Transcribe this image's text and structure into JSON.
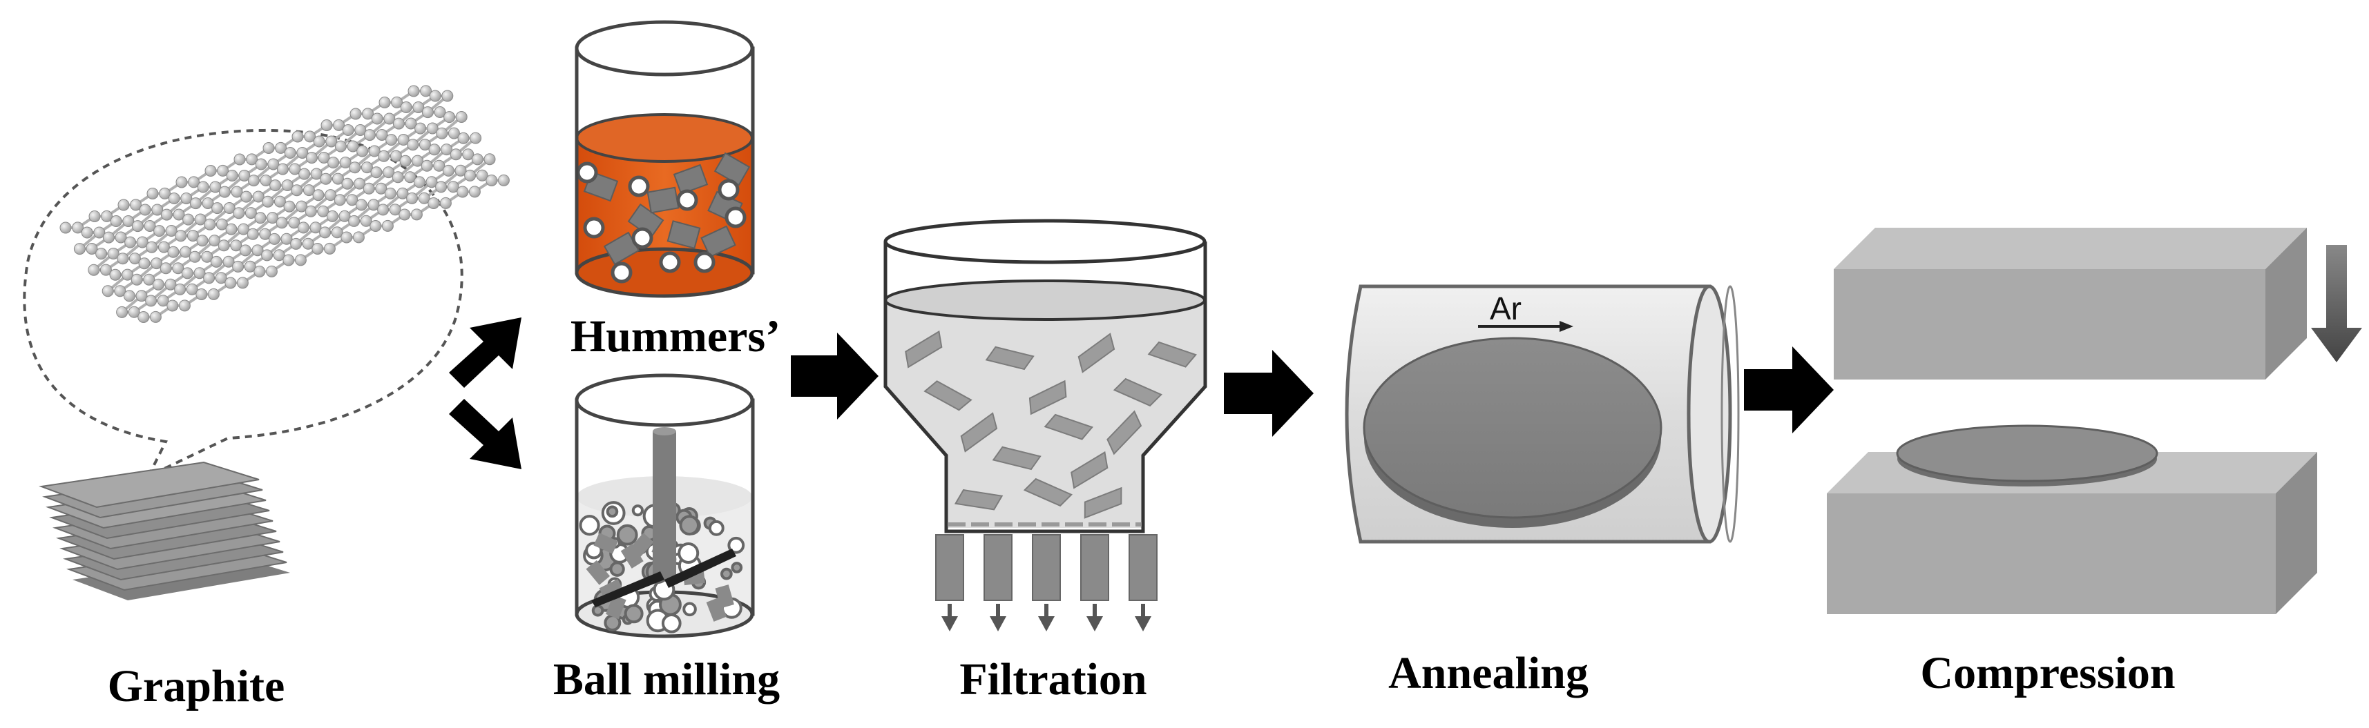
{
  "steps": {
    "graphite": "Graphite",
    "hummers": "Hummers’",
    "ball_milling": "Ball milling",
    "filtration": "Filtration",
    "annealing": "Annealing",
    "compression": "Compression"
  },
  "annealing_gas": "Ar",
  "colors": {
    "oxidizer_liquid": "#e25a12",
    "flake_gray": "#8a8a8a",
    "arrow": "#000000",
    "block_gray": "#aaaaaa",
    "tube_fill": "#e2e2e2"
  },
  "icons": [
    "graphene-lattice-icon",
    "stacked-sheets-icon",
    "beaker-icon",
    "funnel-icon",
    "tube-furnace-icon",
    "press-block-icon",
    "process-arrow-icon"
  ]
}
